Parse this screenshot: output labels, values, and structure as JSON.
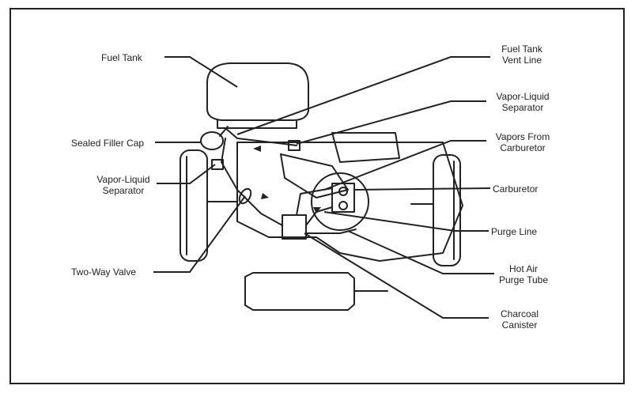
{
  "labels": {
    "fuel_tank": "Fuel Tank",
    "sealed_filler_cap": "Sealed Filler Cap",
    "vapor_liquid_separator_left_1": "Vapor-Liquid",
    "vapor_liquid_separator_left_2": "Separator",
    "two_way_valve": "Two-Way Valve",
    "fuel_tank_vent_line_1": "Fuel Tank",
    "fuel_tank_vent_line_2": "Vent Line",
    "vapor_liquid_separator_right_1": "Vapor-Liquid",
    "vapor_liquid_separator_right_2": "Separator",
    "vapors_from_carburetor_1": "Vapors From",
    "vapors_from_carburetor_2": "Carburetor",
    "carburetor": "Carburetor",
    "purge_line": "Purge Line",
    "hot_air_purge_tube_1": "Hot Air",
    "hot_air_purge_tube_2": "Purge Tube",
    "charcoal_canister_1": "Charcoal",
    "charcoal_canister_2": "Canister"
  }
}
